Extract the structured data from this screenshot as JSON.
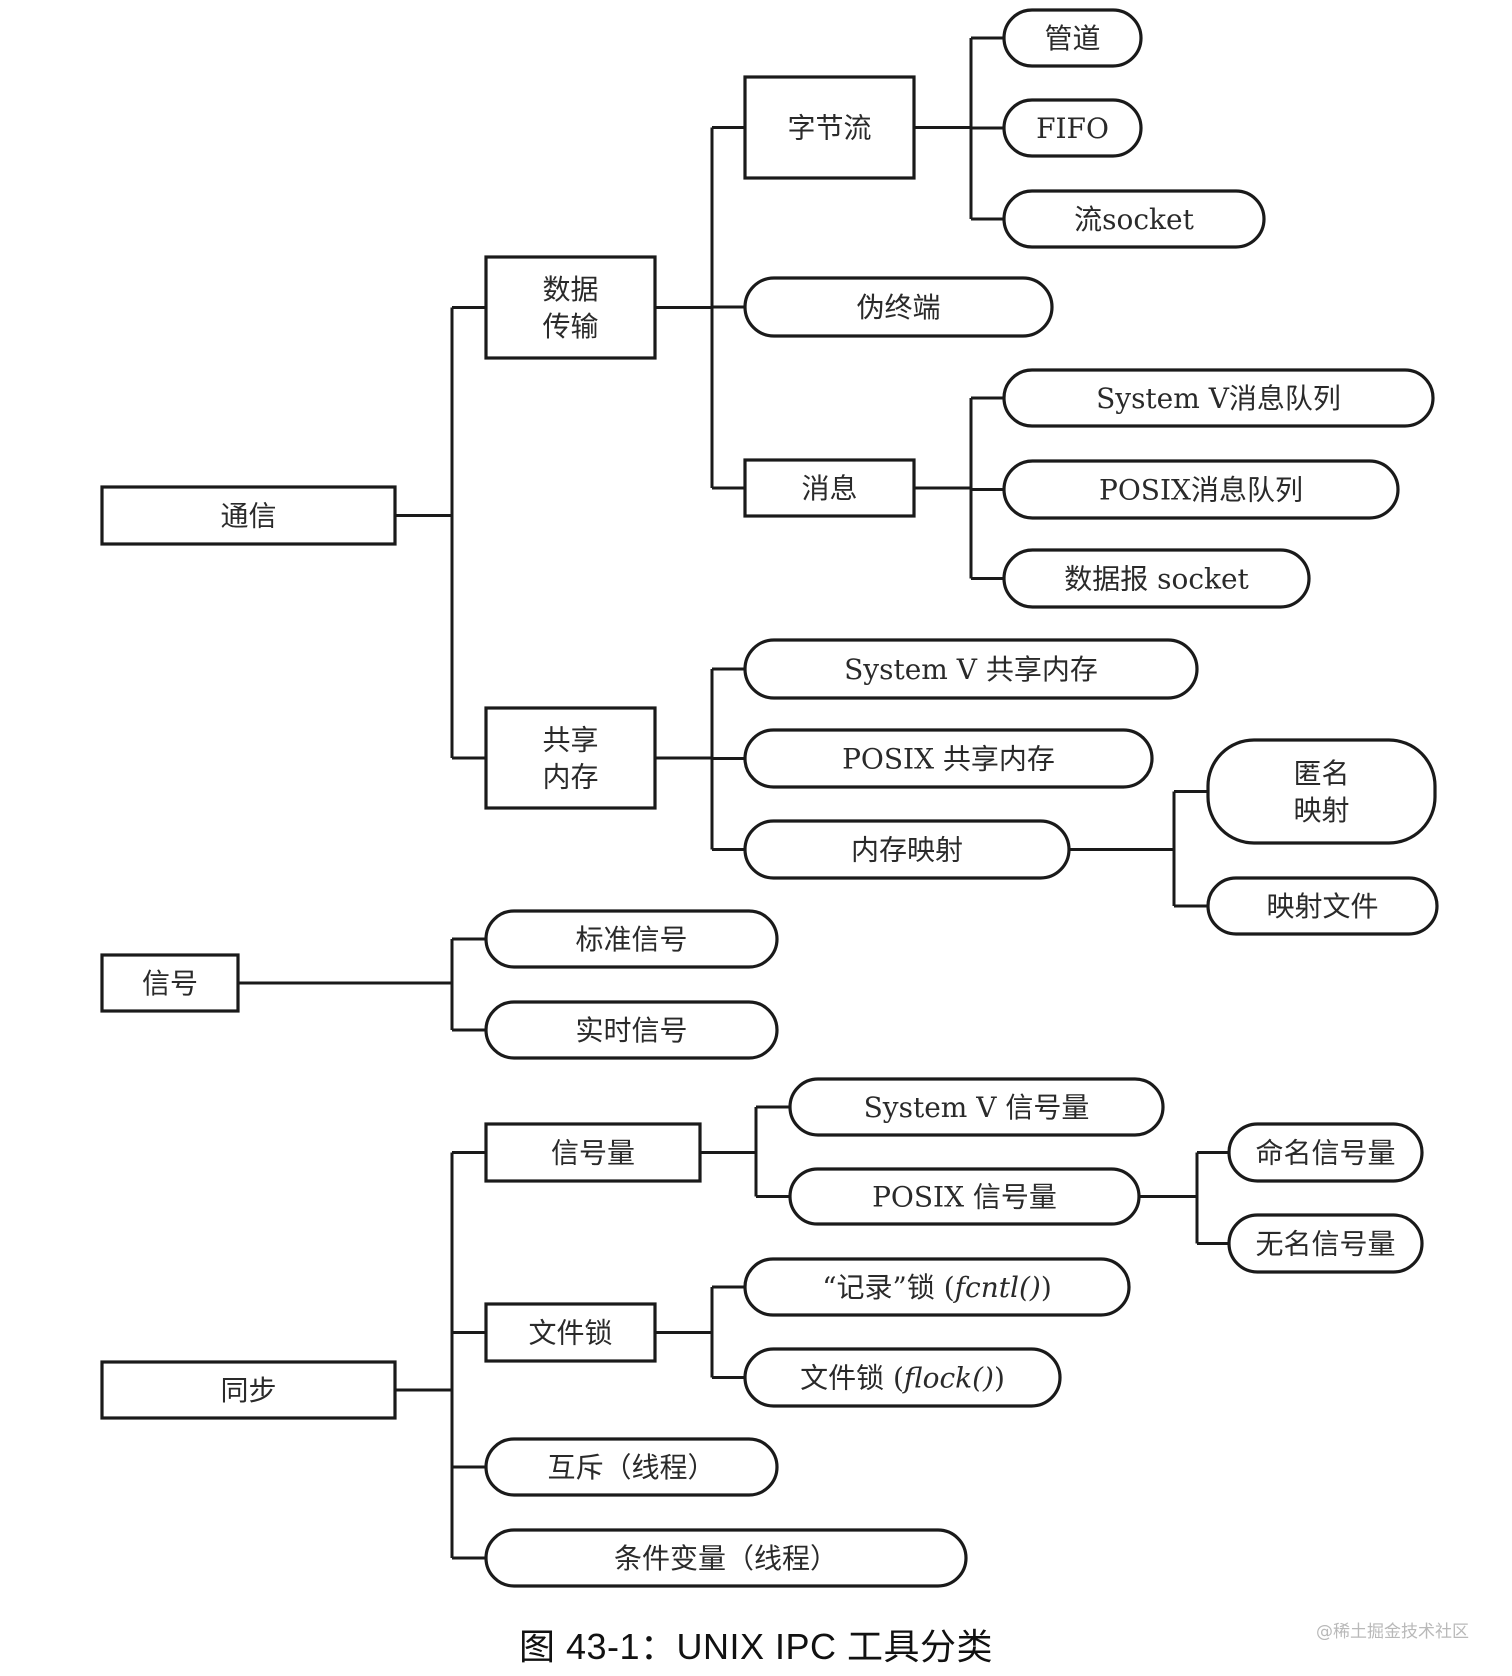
{
  "figure": {
    "caption": "图 43-1：UNIX IPC 工具分类",
    "watermark": "@稀土掘金技术社区"
  },
  "tree": {
    "label": "UNIX IPC",
    "children": [
      {
        "id": "comm",
        "label": "通信",
        "shape": "rect",
        "children": [
          {
            "id": "data-transfer",
            "label": "数据\n传输",
            "shape": "rect",
            "children": [
              {
                "id": "byte-stream",
                "label": "字节流",
                "shape": "rect",
                "children": [
                  {
                    "id": "pipe",
                    "label": "管道",
                    "shape": "pill"
                  },
                  {
                    "id": "fifo",
                    "label": "FIFO",
                    "shape": "pill"
                  },
                  {
                    "id": "stream-socket",
                    "label": "流socket",
                    "shape": "pill"
                  }
                ]
              },
              {
                "id": "pseudoterminal",
                "label": "伪终端",
                "shape": "pill"
              },
              {
                "id": "message",
                "label": "消息",
                "shape": "rect",
                "children": [
                  {
                    "id": "sysv-msgq",
                    "label": "System V消息队列",
                    "shape": "pill"
                  },
                  {
                    "id": "posix-msgq",
                    "label": "POSIX消息队列",
                    "shape": "pill"
                  },
                  {
                    "id": "datagram-socket",
                    "label": "数据报 socket",
                    "shape": "pill"
                  }
                ]
              }
            ]
          },
          {
            "id": "shared-memory",
            "label": "共享\n内存",
            "shape": "rect",
            "children": [
              {
                "id": "sysv-shm",
                "label": "System V 共享内存",
                "shape": "pill"
              },
              {
                "id": "posix-shm",
                "label": "POSIX 共享内存",
                "shape": "pill"
              },
              {
                "id": "memory-mapping",
                "label": "内存映射",
                "shape": "pill",
                "children": [
                  {
                    "id": "anonymous-mapping",
                    "label": "匿名\n映射",
                    "shape": "pill"
                  },
                  {
                    "id": "mapped-file",
                    "label": "映射文件",
                    "shape": "pill"
                  }
                ]
              }
            ]
          }
        ]
      },
      {
        "id": "signal",
        "label": "信号",
        "shape": "rect",
        "children": [
          {
            "id": "standard-signal",
            "label": "标准信号",
            "shape": "pill"
          },
          {
            "id": "realtime-signal",
            "label": "实时信号",
            "shape": "pill"
          }
        ]
      },
      {
        "id": "sync",
        "label": "同步",
        "shape": "rect",
        "children": [
          {
            "id": "semaphore",
            "label": "信号量",
            "shape": "rect",
            "children": [
              {
                "id": "sysv-sem",
                "label": "System V 信号量",
                "shape": "pill"
              },
              {
                "id": "posix-sem",
                "label": "POSIX 信号量",
                "shape": "pill",
                "children": [
                  {
                    "id": "named-sem",
                    "label": "命名信号量",
                    "shape": "pill"
                  },
                  {
                    "id": "unnamed-sem",
                    "label": "无名信号量",
                    "shape": "pill"
                  }
                ]
              }
            ]
          },
          {
            "id": "file-lock",
            "label": "文件锁",
            "shape": "rect",
            "children": [
              {
                "id": "record-lock",
                "label": "“记录”锁 (",
                "label_italic": "fcntl()",
                "label_after": ")",
                "shape": "pill"
              },
              {
                "id": "flock",
                "label": "文件锁 (",
                "label_italic": "flock()",
                "label_after": ")",
                "shape": "pill"
              }
            ]
          },
          {
            "id": "mutex",
            "label": "互斥（线程）",
            "shape": "pill"
          },
          {
            "id": "condvar",
            "label": "条件变量（线程）",
            "shape": "pill"
          }
        ]
      }
    ]
  }
}
